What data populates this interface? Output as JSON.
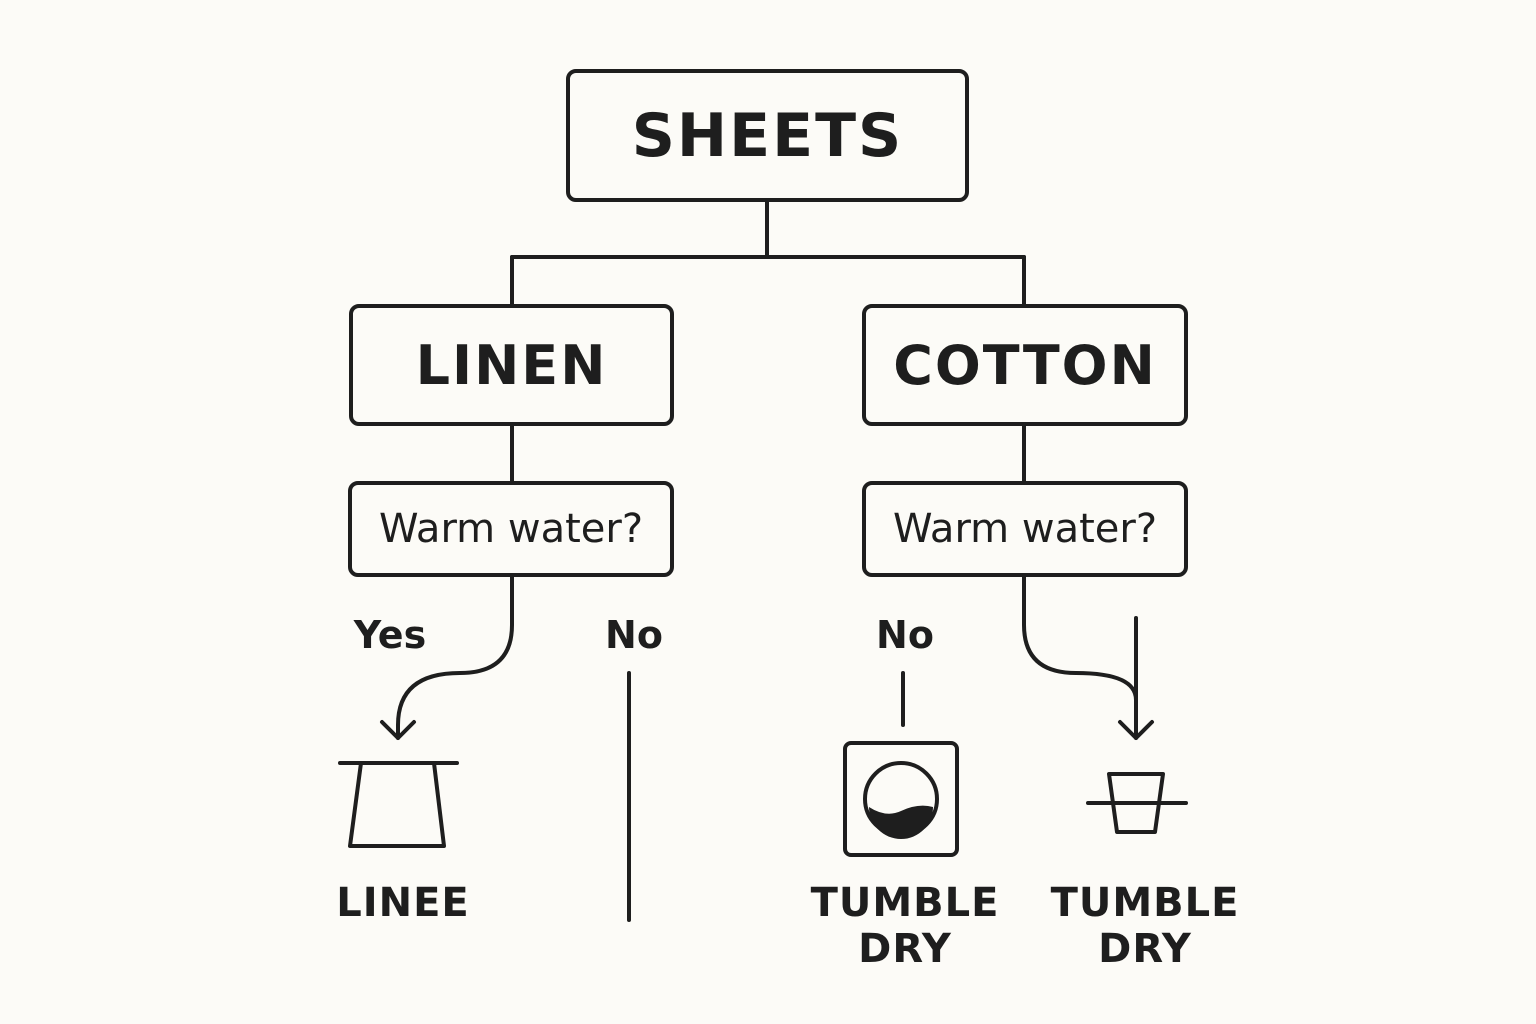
{
  "nodes": {
    "root": "SHEETS",
    "linen": "LINEN",
    "cotton": "COTTON",
    "linen_question": "Warm water?",
    "cotton_question": "Warm water?"
  },
  "branches": {
    "linen_yes": "Yes",
    "linen_no": "No",
    "cotton_no": "No"
  },
  "outcomes": {
    "linen_yes_label": "LINEE",
    "cotton_no_label_line1": "TUMBLE",
    "cotton_no_label_line2": "DRY",
    "cotton_yes_label_line1": "TUMBLE",
    "cotton_yes_label_line2": "DRY"
  },
  "icons": {
    "linen_yes_icon": "wash-tub-icon",
    "cotton_no_icon": "washing-machine-icon",
    "cotton_yes_icon": "tumble-dry-icon"
  },
  "colors": {
    "stroke": "#1e1e1e",
    "background": "#fcfbf7"
  }
}
